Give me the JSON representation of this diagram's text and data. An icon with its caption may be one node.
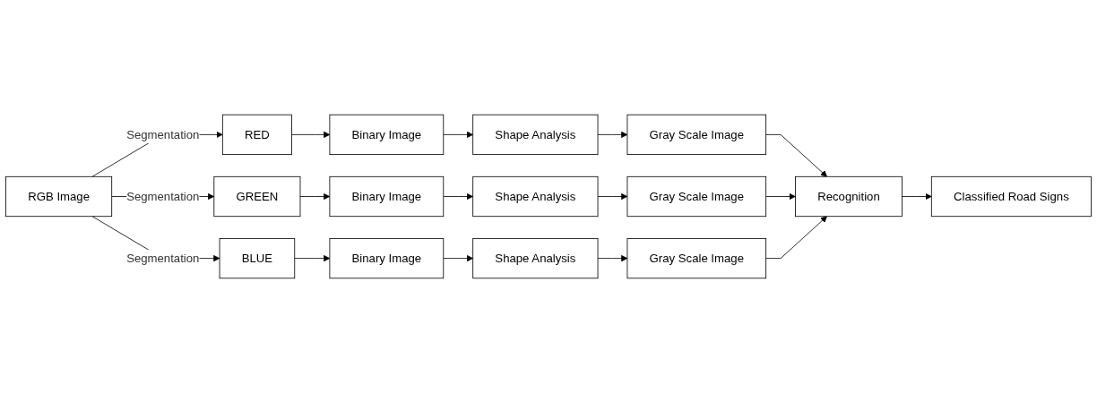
{
  "diagram": {
    "nodes": [
      {
        "text": [
          "RED"
        ]
      },
      {
        "text": [
          "Binary Image"
        ]
      },
      {
        "text": [
          "Shape Analysis"
        ]
      },
      {
        "text": [
          "Gray Scale Image"
        ]
      },
      {
        "text": [
          "RGB Image"
        ]
      },
      {
        "text": [
          "GREEN"
        ]
      },
      {
        "text": [
          "Binary Image"
        ]
      },
      {
        "text": [
          "Shape Analysis"
        ]
      },
      {
        "text": [
          "Gray Scale Image"
        ]
      },
      {
        "text": [
          "Recognition"
        ]
      },
      {
        "text": [
          "Classified Road Signs"
        ]
      },
      {
        "text": [
          "BLUE"
        ]
      },
      {
        "text": [
          "Binary Image"
        ]
      },
      {
        "text": [
          "Shape Analysis"
        ]
      },
      {
        "text": [
          "Gray Scale Image"
        ]
      }
    ],
    "edges": [
      {
        "from": 4,
        "to": 0,
        "arrow": "to",
        "label": "Segmentation"
      },
      {
        "from": 4,
        "to": 5,
        "arrow": "to",
        "label": "Segmentation"
      },
      {
        "from": 4,
        "to": 11,
        "arrow": "to",
        "label": "Segmentation"
      },
      {
        "from": 0,
        "to": 1,
        "arrow": "to"
      },
      {
        "from": 1,
        "to": 2,
        "arrow": "to"
      },
      {
        "from": 2,
        "to": 3,
        "arrow": "to"
      },
      {
        "from": 5,
        "to": 6,
        "arrow": "to"
      },
      {
        "from": 6,
        "to": 7,
        "arrow": "to"
      },
      {
        "from": 7,
        "to": 8,
        "arrow": "to"
      },
      {
        "from": 11,
        "to": 12,
        "arrow": "to"
      },
      {
        "from": 12,
        "to": 13,
        "arrow": "to"
      },
      {
        "from": 13,
        "to": 14,
        "arrow": "to"
      },
      {
        "from": 3,
        "to": 9,
        "arrow": "to"
      },
      {
        "from": 8,
        "to": 9,
        "arrow": "to"
      },
      {
        "from": 14,
        "to": 9,
        "arrow": "to"
      },
      {
        "from": 9,
        "to": 10,
        "arrow": "to"
      }
    ]
  }
}
